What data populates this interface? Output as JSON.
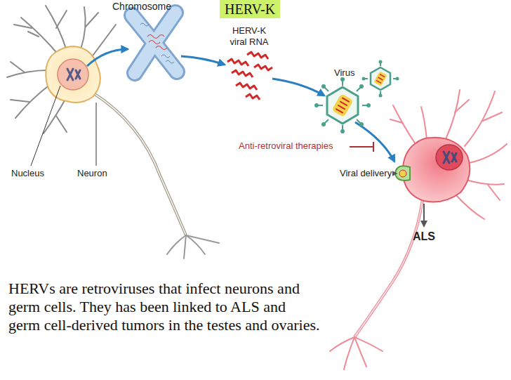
{
  "diagram": {
    "title": "HERV-K",
    "caption": "HERVs are retroviruses that infect neurons and germ cells. They has been linked to ALS and germ cell-derived tumors in the testes and ovaries.",
    "labels": [
      "Chromosome",
      "HERV-K viral RNA",
      "Virus",
      "Nucleus",
      "Neuron",
      "Anti-retroviral therapies",
      "Viral delivery",
      "ALS"
    ]
  }
}
